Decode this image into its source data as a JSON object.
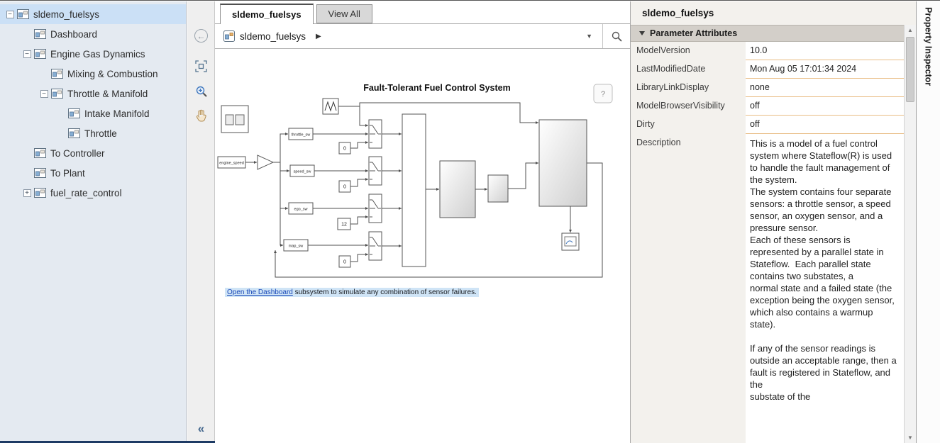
{
  "tabs": [
    {
      "label": "sldemo_fuelsys",
      "active": true
    },
    {
      "label": "View All",
      "active": false
    }
  ],
  "breadcrumb": {
    "model_name": "sldemo_fuelsys",
    "arrow_icon": "▶",
    "dropdown_icon": "▼"
  },
  "palette": {
    "back_icon": "←",
    "collapse_icon": "«"
  },
  "model_browser": {
    "items": [
      {
        "label": "sldemo_fuelsys",
        "depth": 0,
        "toggle": "−",
        "selected": true
      },
      {
        "label": "Dashboard",
        "depth": 1,
        "toggle": ""
      },
      {
        "label": "Engine Gas Dynamics",
        "depth": 1,
        "toggle": "−"
      },
      {
        "label": "Mixing & Combustion",
        "depth": 2,
        "toggle": ""
      },
      {
        "label": "Throttle & Manifold",
        "depth": 2,
        "toggle": "−"
      },
      {
        "label": "Intake Manifold",
        "depth": 3,
        "toggle": ""
      },
      {
        "label": "Throttle",
        "depth": 3,
        "toggle": ""
      },
      {
        "label": "To Controller",
        "depth": 1,
        "toggle": ""
      },
      {
        "label": "To Plant",
        "depth": 1,
        "toggle": ""
      },
      {
        "label": "fuel_rate_control",
        "depth": 1,
        "toggle": "+"
      }
    ]
  },
  "diagram": {
    "title": "Fault-Tolerant Fuel Control System",
    "help_label": "?",
    "blocks": {
      "throttle_sw": "throttle_sw",
      "engine_speed": "engine_speed",
      "speed_sw": "speed_sw",
      "ego_sw": "ego_sw",
      "map_sw": "map_sw",
      "const_throttle": "0",
      "const_speed": "0",
      "const_ego": "12",
      "const_map": "0"
    },
    "annotation": {
      "link_text": "Open the Dashboard",
      "rest_text": " subsystem to simulate any combination of sensor failures."
    }
  },
  "property_inspector": {
    "tab_label": "Property Inspector",
    "title": "sldemo_fuelsys",
    "section_label": "Parameter Attributes",
    "rows": [
      {
        "name": "ModelVersion",
        "value": "10.0"
      },
      {
        "name": "LastModifiedDate",
        "value": "Mon Aug 05 17:01:34 2024"
      },
      {
        "name": "LibraryLinkDisplay",
        "value": "none"
      },
      {
        "name": "ModelBrowserVisibility",
        "value": "off"
      },
      {
        "name": "Dirty",
        "value": "off"
      },
      {
        "name": "Description",
        "value": "This is a model of a fuel control system where Stateflow(R) is used to handle the fault management of the system.\nThe system contains four separate sensors: a throttle sensor, a speed sensor, an oxygen sensor, and a pressure sensor.\nEach of these sensors is represented by a parallel state in Stateflow.  Each parallel state contains two substates, a\nnormal state and a failed state (the exception being the oxygen sensor, which also contains a warmup state).\n\nIf any of the sensor readings is outside an acceptable range, then a fault is registered in Stateflow, and the\nsubstate of the"
      }
    ],
    "scrollbar": {
      "up_icon": "▲",
      "down_icon": "▼"
    }
  },
  "colors": {
    "tree_selection": "#cbe0f6",
    "annotation_highlight": "#cfe4f6",
    "value_underline": "#e9bd85",
    "section_header": "#d3cfc9",
    "bottom_accent": "#1d3a64"
  }
}
